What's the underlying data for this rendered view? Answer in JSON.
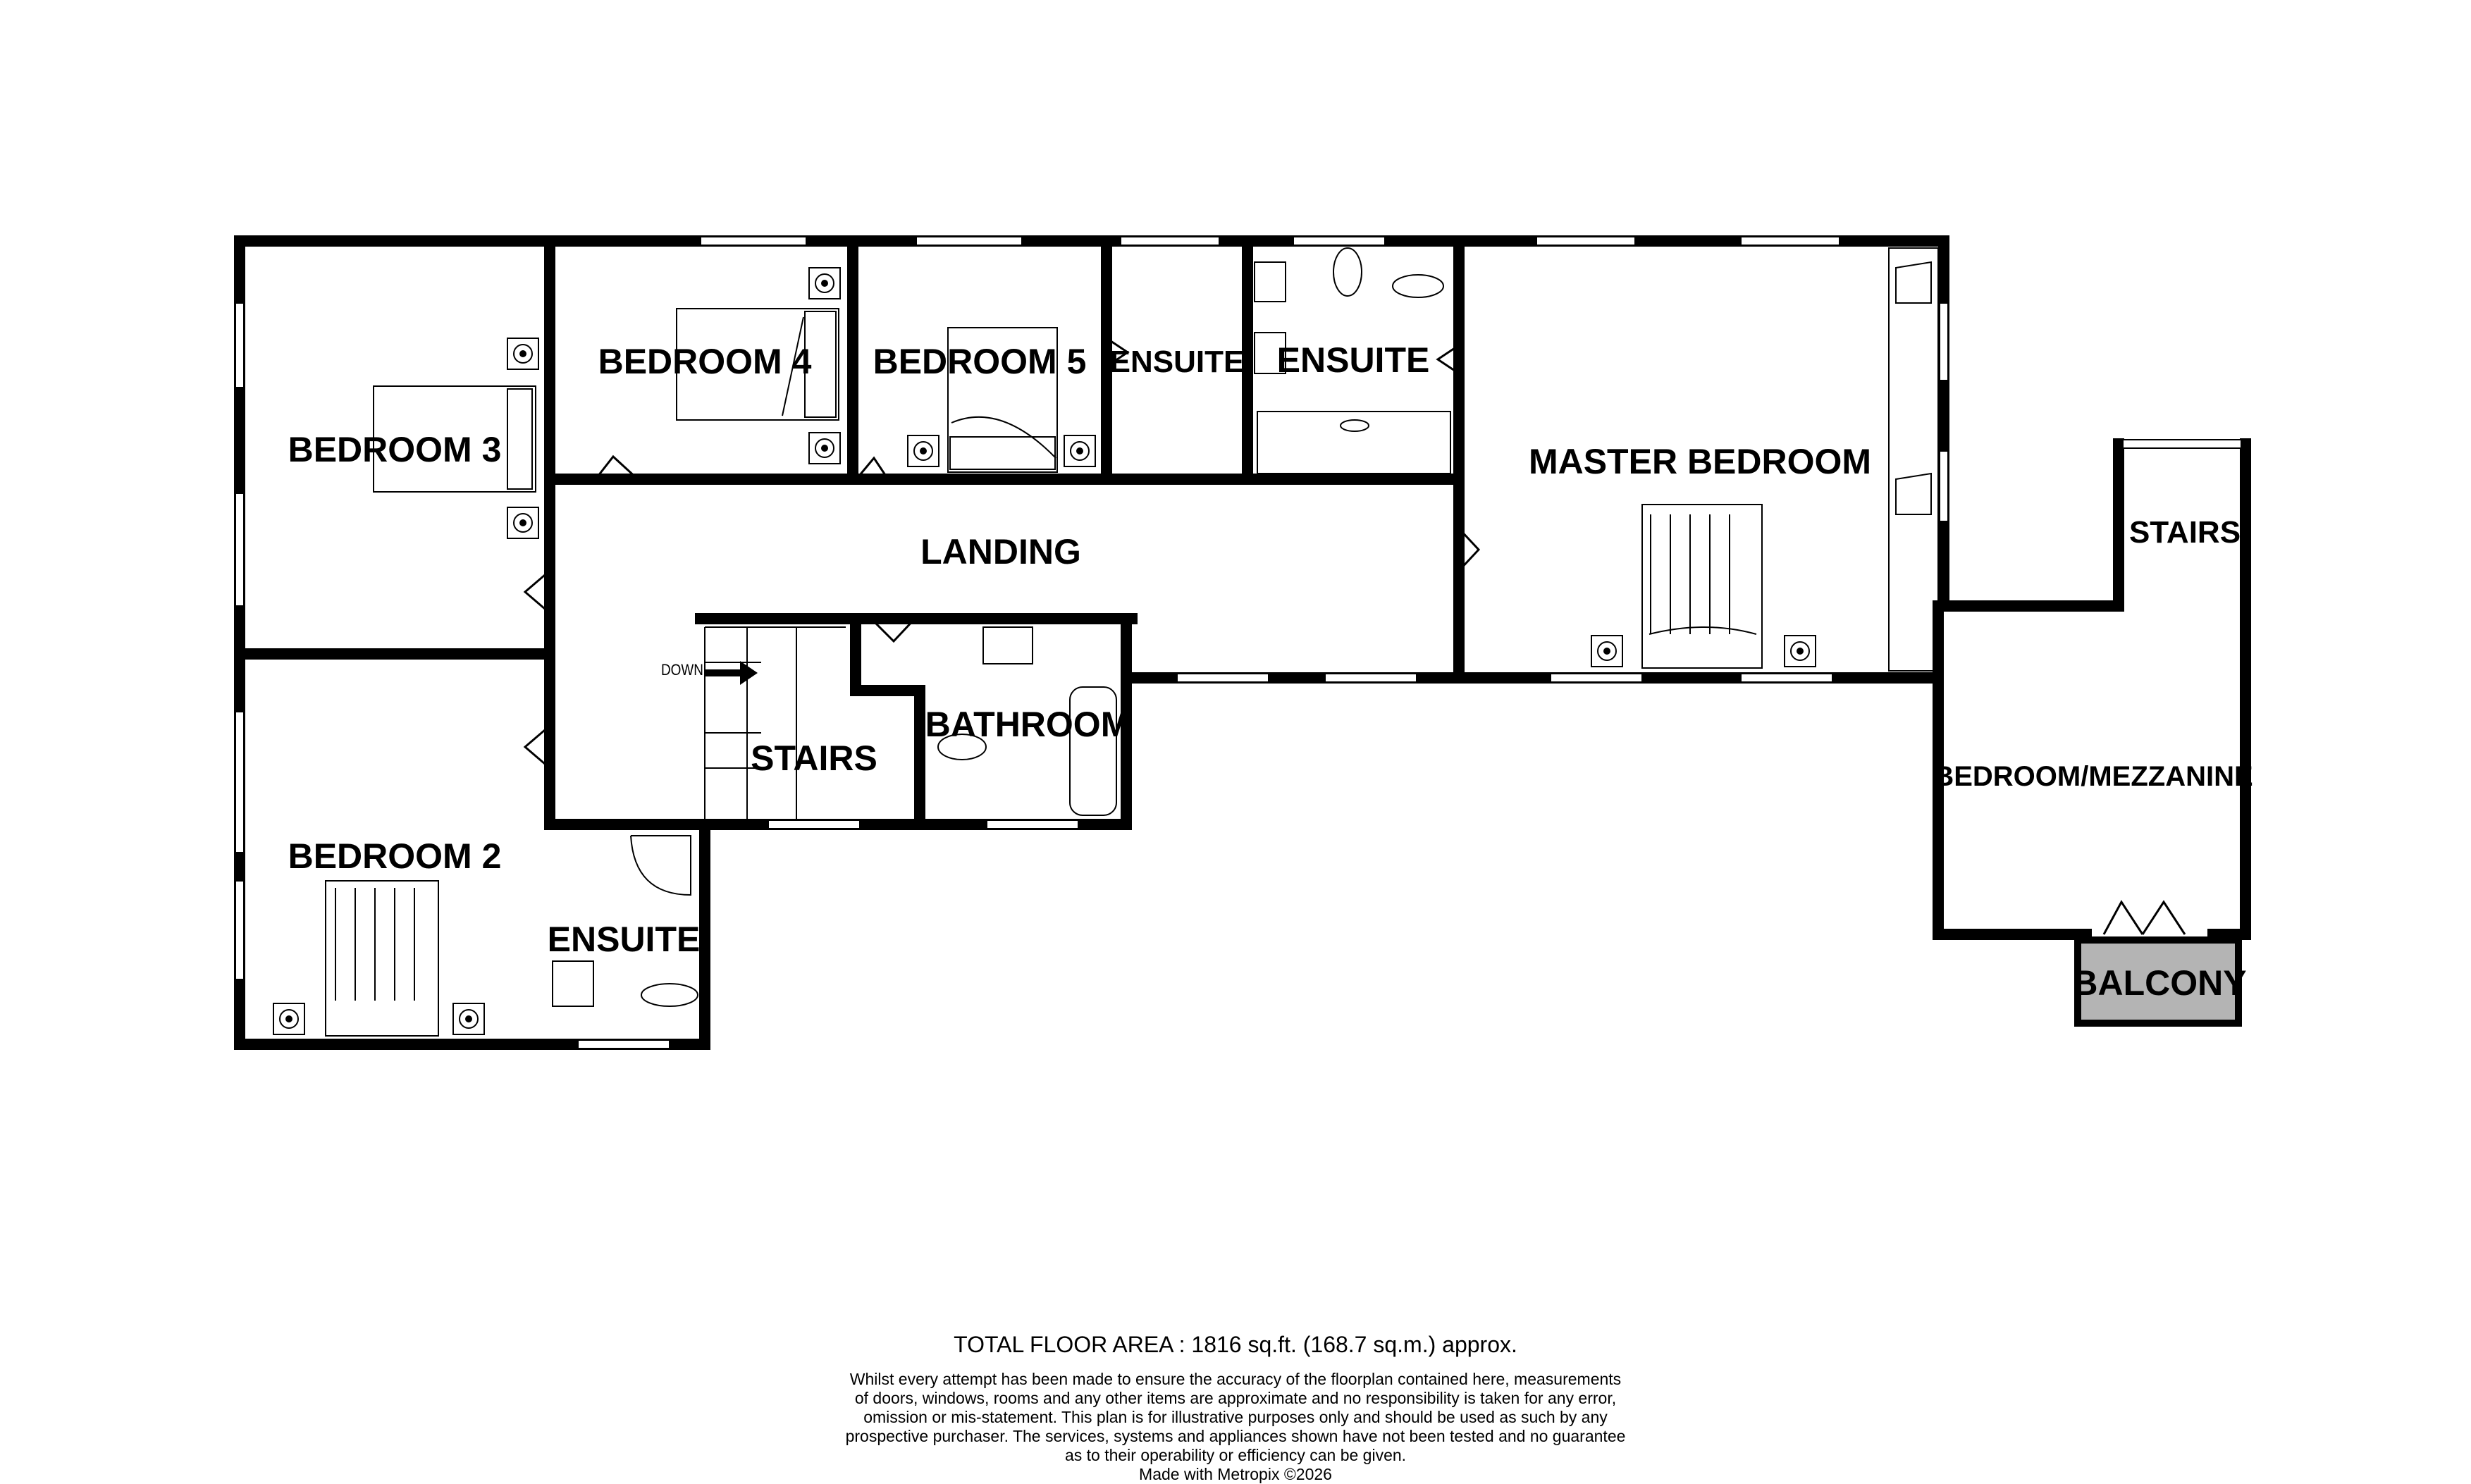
{
  "rooms": {
    "bedroom3": "BEDROOM 3",
    "bedroom4": "BEDROOM 4",
    "bedroom5": "BEDROOM 5",
    "ensuite_a": "ENSUITE",
    "ensuite_b": "ENSUITE",
    "master_bedroom": "MASTER BEDROOM",
    "landing": "LANDING",
    "bathroom": "BATHROOM",
    "stairs_main": "STAIRS",
    "stairs_right": "STAIRS",
    "bedroom2": "BEDROOM 2",
    "ensuite_c": "ENSUITE",
    "bedroom_mezzanine": "BEDROOM/MEZZANINE",
    "balcony": "BALCONY",
    "down_marker": "DOWN"
  },
  "footer": {
    "total_area": "TOTAL FLOOR AREA : 1816 sq.ft. (168.7 sq.m.) approx.",
    "disclaimer_lines": [
      "Whilst every attempt has been made to ensure the accuracy of the floorplan contained here, measurements",
      "of doors, windows, rooms and any other items are approximate and no responsibility is taken for any error,",
      "omission or mis-statement. This plan is for illustrative purposes only and should be used as such by any",
      "prospective purchaser. The services, systems and appliances shown have not been tested and no guarantee",
      "as to their operability or efficiency can be given."
    ],
    "credit": "Made with Metropix ©2026"
  },
  "colors": {
    "wall": "#000000",
    "balcony_fill": "#b4b4b4",
    "window": "#ffffff"
  }
}
